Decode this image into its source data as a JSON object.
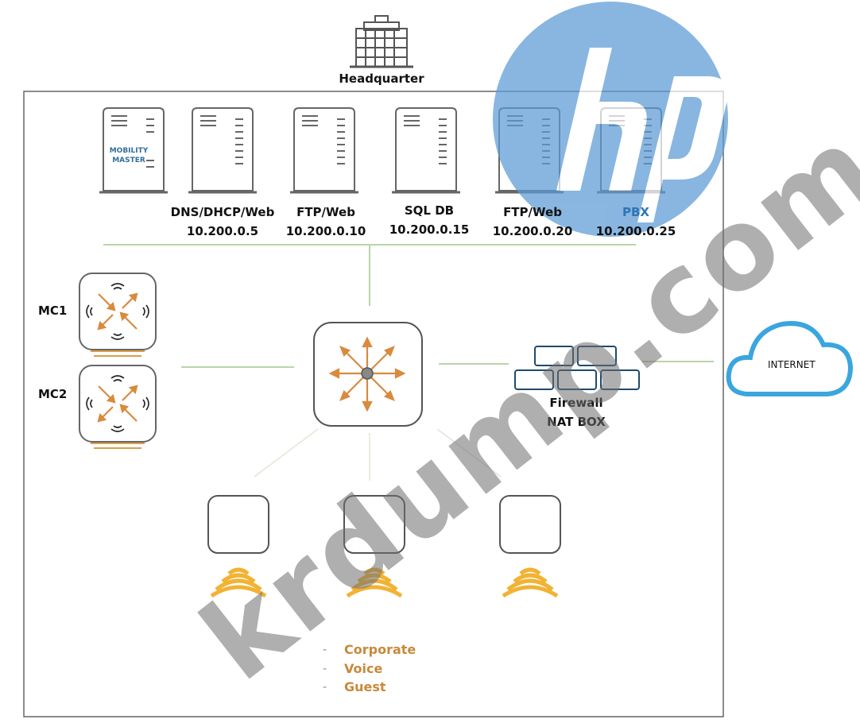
{
  "headquarter": {
    "label": "Headquarter"
  },
  "servers": [
    {
      "name": "MOBILITY MASTER",
      "line1": "MOBILITY",
      "line2": "MASTER"
    },
    {
      "name": "DNS/DHCP/Web",
      "ip": "10.200.0.5"
    },
    {
      "name": "FTP/Web",
      "ip": "10.200.0.10"
    },
    {
      "name": "SQL DB",
      "ip": "10.200.0.15"
    },
    {
      "name": "FTP/Web",
      "ip": "10.200.0.20"
    },
    {
      "name": "PBX",
      "ip": "10.200.0.25"
    }
  ],
  "controllers": [
    {
      "label": "MC1"
    },
    {
      "label": "MC2"
    }
  ],
  "firewall": {
    "line1": "Firewall",
    "line2": "NAT BOX"
  },
  "internet": {
    "label": "INTERNET"
  },
  "ssids": [
    {
      "bullet": "-",
      "label": "Corporate"
    },
    {
      "bullet": "-",
      "label": "Voice"
    },
    {
      "bullet": "-",
      "label": "Guest"
    }
  ],
  "watermark": {
    "text": "krdump.com",
    "logo": "hp"
  },
  "colors": {
    "accent_orange": "#d98a3d",
    "wave_orange": "#f2b233",
    "cloud_blue": "#3aa6dd",
    "firewall_blue": "#1f4a6e",
    "line_green": "#b9d4a8",
    "hp_blue": "#5b9bd5"
  }
}
